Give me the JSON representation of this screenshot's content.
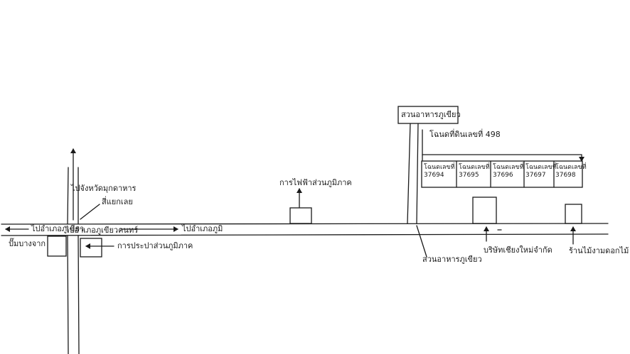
{
  "colors": {
    "ink": "#1a1a1a",
    "background": "#ffffff"
  },
  "labels": {
    "to_mukdahan": "ไปจังหวัดมุกดาหาร",
    "intersection": "สี่แยกเลย",
    "to_phu_khieo": "ไปอำเภอภูเขียว",
    "to_phu_kham": "ไปอำเภอภูเขียวคนทร์",
    "to_phu_lom": "ไปอำเภอภูมิ",
    "gas_station": "ปั๊มบางจาก",
    "water_office": "การประปาส่วนภูมิภาค",
    "electricity_office": "การไฟฟ้าส่วนภูมิภาค",
    "sign_box": "สวนอาหารภูเขียว",
    "lane_label": "สวนอาหารภูเขียว",
    "land_plot": "โฉนดที่ดินเลขที่ 498",
    "company": "บริษัทเชียงใหม่จำกัด",
    "garden_shop": "ร้านไม้งามดอกไม้"
  },
  "deeds": [
    {
      "title": "โฉนดเลขที่",
      "number": "37694"
    },
    {
      "title": "โฉนดเลขที่",
      "number": "37695"
    },
    {
      "title": "โฉนดเลขที่",
      "number": "37696"
    },
    {
      "title": "โฉนดเลขที่",
      "number": "37697"
    },
    {
      "title": "โฉนดเลขที่",
      "number": "37698"
    }
  ]
}
